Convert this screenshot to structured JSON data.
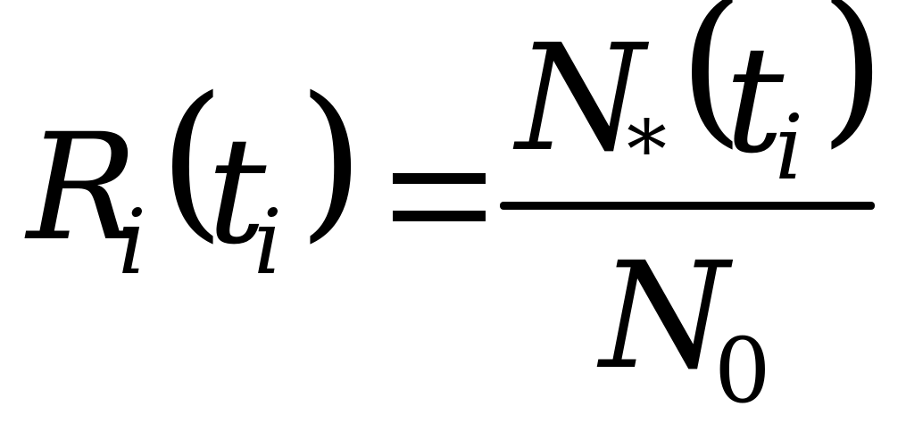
{
  "formula": {
    "lhs": {
      "symbol": "R",
      "symbol_subscript": "i",
      "open_paren": "(",
      "argument": "t",
      "argument_subscript": "i",
      "close_paren": ")"
    },
    "equals": "=",
    "numerator": {
      "symbol": "N",
      "symbol_subscript": "*",
      "open_paren": "(",
      "argument": "t",
      "argument_subscript": "i",
      "close_paren": ")"
    },
    "denominator": {
      "symbol": "N",
      "symbol_subscript": "0"
    }
  }
}
